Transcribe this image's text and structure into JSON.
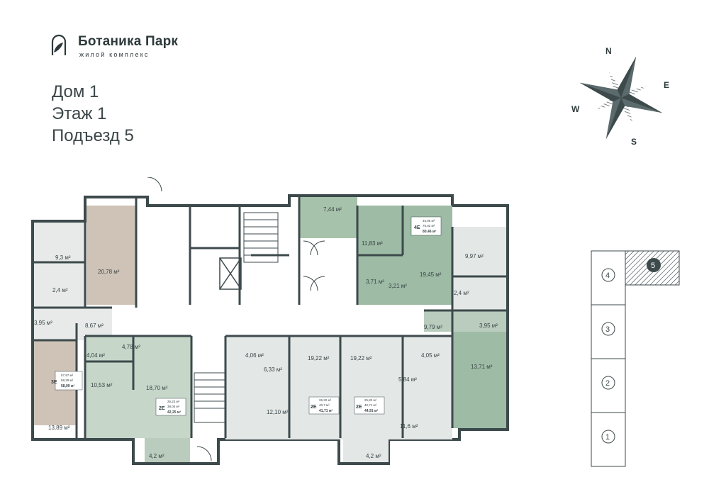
{
  "logo": {
    "name": "Ботаника Парк",
    "subtitle": "жилой комплекс"
  },
  "info": {
    "house": "Дом 1",
    "floor": "Этаж 1",
    "entrance": "Подъезд 5"
  },
  "compass": {
    "n": "N",
    "e": "E",
    "s": "S",
    "w": "W"
  },
  "colors": {
    "wall": "#3d4a4c",
    "apt_beige": "#cfc3b8",
    "apt_green_light": "#b9ccbd",
    "apt_green": "#98b6a1",
    "apt_grey": "#e3e7e6",
    "balcony": "#a6c2aa"
  },
  "plan": {
    "rooms": {
      "r_9_3": "9,3 м²",
      "r_20_78": "20,78 м²",
      "r_2_4_left": "2,4 м²",
      "r_3_95_left": "3,95 м²",
      "r_8_67": "8,67 м²",
      "r_13_89": "13,89 м²",
      "r_4_04": "4,04 м²",
      "r_4_78": "4,78 м²",
      "r_10_53": "10,53 м²",
      "r_18_70": "18,70 м²",
      "r_4_2_left": "4,2 м²",
      "r_7_44": "7,44 м²",
      "r_11_83": "11,83 м²",
      "r_3_71": "3,71 м²",
      "r_3_21": "3,21 м²",
      "r_19_45": "19,45 м²",
      "r_9_97": "9,97 м²",
      "r_2_4_right": "2,4 м²",
      "r_9_79": "9,79 м²",
      "r_3_95_right": "3,95 м²",
      "r_13_71": "13,71 м²",
      "r_4_06": "4,06 м²",
      "r_6_33": "6,33 м²",
      "r_12_10": "12,10 м²",
      "r_19_22_a": "19,22 м²",
      "r_19_22_b": "19,22 м²",
      "r_4_05": "4,05 м²",
      "r_5_84": "5,84 м²",
      "r_11_6": "11,6 м²",
      "r_4_2_right": "4,2 м²"
    },
    "apartments": {
      "apt_3e": {
        "type": "3Е",
        "l1": "57,97 м²",
        "l2": "58,29 м²",
        "total": "58,99 м²"
      },
      "apt_4e": {
        "type": "4Е",
        "l1": "45,96 м²",
        "l2": "76,02 м²",
        "total": "80,46 м²"
      },
      "apt_2e_a": {
        "type": "2Е",
        "l1": "26,23 м²",
        "l2": "38,05 м²",
        "total": "42,25 м²"
      },
      "apt_2e_b": {
        "type": "2Е",
        "l1": "26,32 м²",
        "l2": "40,7 м²",
        "total": "41,71 м²"
      },
      "apt_2e_c": {
        "type": "2Е",
        "l1": "25,82 м²",
        "l2": "40,71 м²",
        "total": "44,91 м²"
      }
    }
  },
  "sections": {
    "items": [
      "4",
      "3",
      "2",
      "1"
    ],
    "current": "5"
  }
}
